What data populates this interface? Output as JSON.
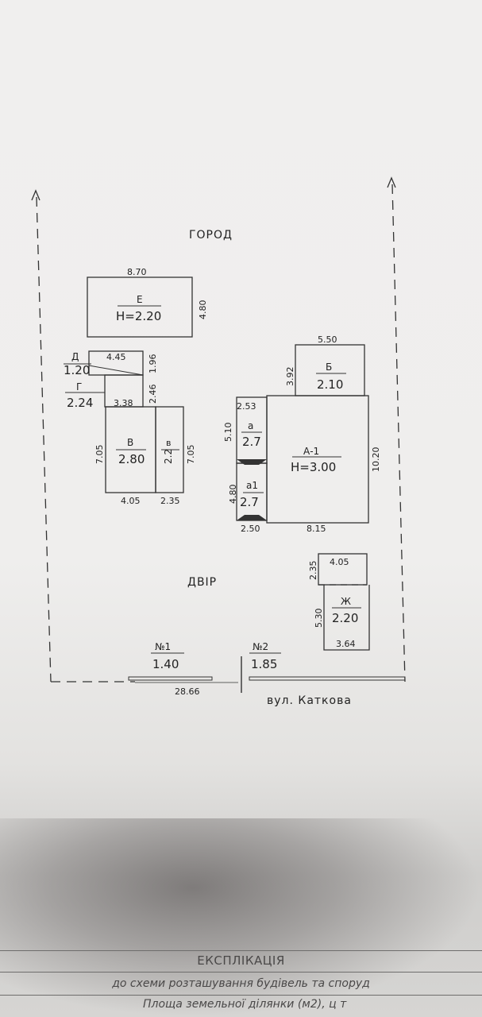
{
  "labels": {
    "garden": "ГОРОД",
    "yard": "ДВІР",
    "street": "вул. Каткова"
  },
  "buildings": {
    "E": {
      "letter": "Е",
      "height": "Н=2.20",
      "width": "8.70",
      "depth": "4.80"
    },
    "D": {
      "letter": "Д",
      "height": "1.20",
      "width": "4.45",
      "side": "1.96"
    },
    "G": {
      "letter": "Г",
      "height": "2.24",
      "width": "3.38",
      "side": "2.46"
    },
    "V": {
      "letter": "В",
      "height": "2.80",
      "width": "4.05",
      "side": "7.05"
    },
    "v": {
      "letter": "в",
      "height": "2.2",
      "width": "2.35",
      "side": "7.05"
    },
    "B": {
      "letter": "Б",
      "height": "2.10",
      "width": "5.50",
      "side": "3.92"
    },
    "a": {
      "letter": "а",
      "height": "2.7",
      "top": "2.53",
      "side": "5.10"
    },
    "a1": {
      "letter": "а1",
      "height": "2.7",
      "bottom": "2.50",
      "side": "4.80"
    },
    "A1": {
      "letter": "А-1",
      "height": "Н=3.00",
      "bottom": "8.15",
      "side": "10.20"
    },
    "Zh": {
      "letter": "Ж",
      "height": "2.20",
      "top": "4.05",
      "side_top": "2.35",
      "side": "5.30",
      "bottom": "3.64"
    }
  },
  "gates": {
    "g1": {
      "number": "№1",
      "width": "1.40"
    },
    "g2": {
      "number": "№2",
      "width": "1.85"
    }
  },
  "frontage": "28.66",
  "footer": {
    "title": "ЕКСПЛІКАЦІЯ",
    "subtitle": "до схеми розташування будівель та споруд",
    "area_line": "Площа земельної ділянки (м2), ц т"
  }
}
